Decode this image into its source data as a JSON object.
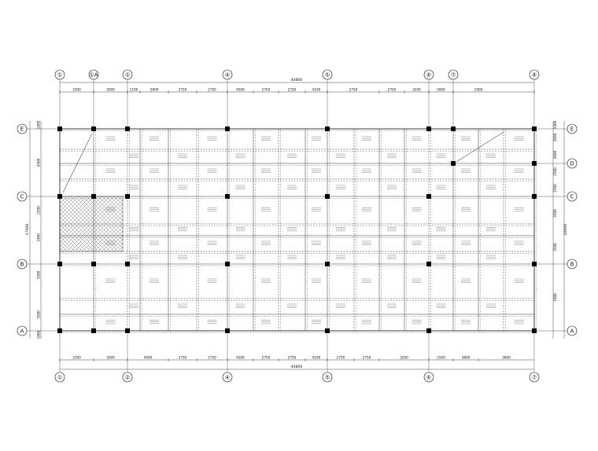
{
  "drawing": {
    "top_column_axes": [
      "①",
      "①A",
      "②",
      "④",
      "⑤",
      "⑥",
      "⑦",
      "⑧"
    ],
    "bottom_column_axes": [
      "①",
      "②",
      "④",
      "⑤",
      "⑥",
      "⑦"
    ],
    "left_row_axes": [
      "E",
      "C",
      "B",
      "A"
    ],
    "right_row_axes": [
      "E",
      "D",
      "C",
      "B",
      "A"
    ],
    "top_dims": [
      "3300",
      "3000",
      "1100",
      "2800",
      "2750",
      "2750",
      "4000",
      "2750",
      "2750",
      "4100",
      "2750",
      "2750",
      "3200",
      "5800",
      "1900"
    ],
    "top_total": "44800",
    "bottom_dims": [
      "3300",
      "3000",
      "4000",
      "2750",
      "2750",
      "4000",
      "2750",
      "2750",
      "4100",
      "2750",
      "2750",
      "3200",
      "2500",
      "3800",
      "3800"
    ],
    "bottom_total": "44800",
    "left_dims": [
      "1000",
      "4500",
      "2500",
      "1900",
      "3500",
      "3500",
      "1000"
    ],
    "left_total": "17000",
    "right_dims": [
      "1000",
      "3000",
      "3000",
      "2500",
      "2500",
      "3500",
      "3500",
      "1000"
    ],
    "right_total": "20000"
  },
  "colors": {
    "line": "#111111",
    "dashed": "#333333",
    "hatch": "#555555"
  }
}
